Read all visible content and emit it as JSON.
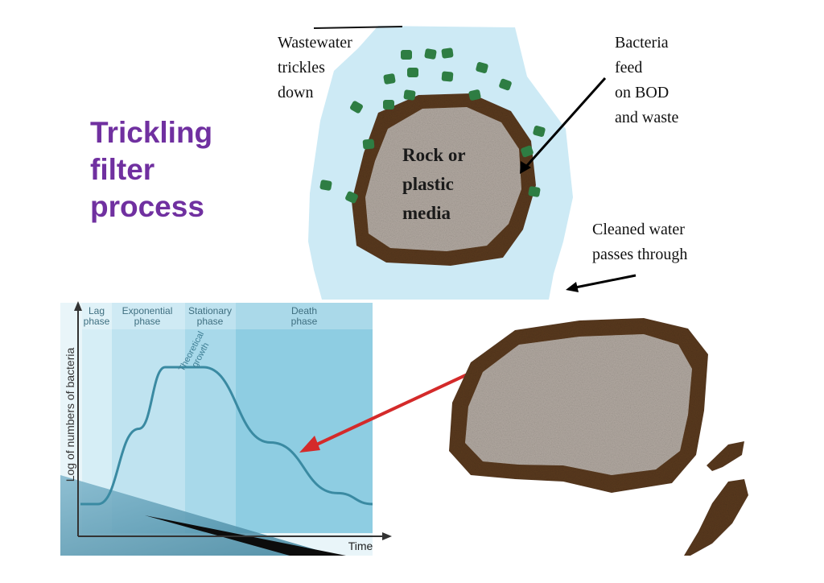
{
  "title": {
    "lines": [
      "Trickling",
      "filter",
      "process"
    ]
  },
  "labels": {
    "wastewater": [
      "Wastewater",
      "trickles",
      "down"
    ],
    "bacteria": [
      "Bacteria",
      "feed",
      "on BOD",
      "and waste"
    ],
    "media": [
      "Rock or",
      "plastic",
      "media"
    ],
    "cleaned": [
      "Cleaned water",
      "passes through"
    ]
  },
  "colors": {
    "title": "#7030a0",
    "water": "#cdeaf5",
    "biofilm": "#5a3a1e",
    "media": "#b3aaa2",
    "bacteria_dot": "#2e7d43",
    "graph_line": "#3a8aa2",
    "red_arrow": "#d42a2a"
  },
  "chart_data": {
    "type": "line",
    "title": "",
    "xlabel": "Time",
    "ylabel": "Log of numbers of bacteria",
    "phases": [
      {
        "name": "Lag phase",
        "lines": [
          "Lag",
          "phase"
        ]
      },
      {
        "name": "Exponential phase",
        "lines": [
          "Exponential",
          "phase"
        ]
      },
      {
        "name": "Stationary phase",
        "lines": [
          "Stationary",
          "phase"
        ]
      },
      {
        "name": "Death phase",
        "lines": [
          "Death",
          "phase"
        ]
      }
    ],
    "annotation": [
      "Theoretical",
      "growth"
    ],
    "series": [
      {
        "values": [
          [
            0,
            0.0
          ],
          [
            0.06,
            0.0
          ],
          [
            0.2,
            0.55
          ],
          [
            0.29,
            1.0
          ],
          [
            0.42,
            1.0
          ],
          [
            0.65,
            0.45
          ],
          [
            0.88,
            0.08
          ],
          [
            1.0,
            0.0
          ]
        ]
      }
    ]
  }
}
